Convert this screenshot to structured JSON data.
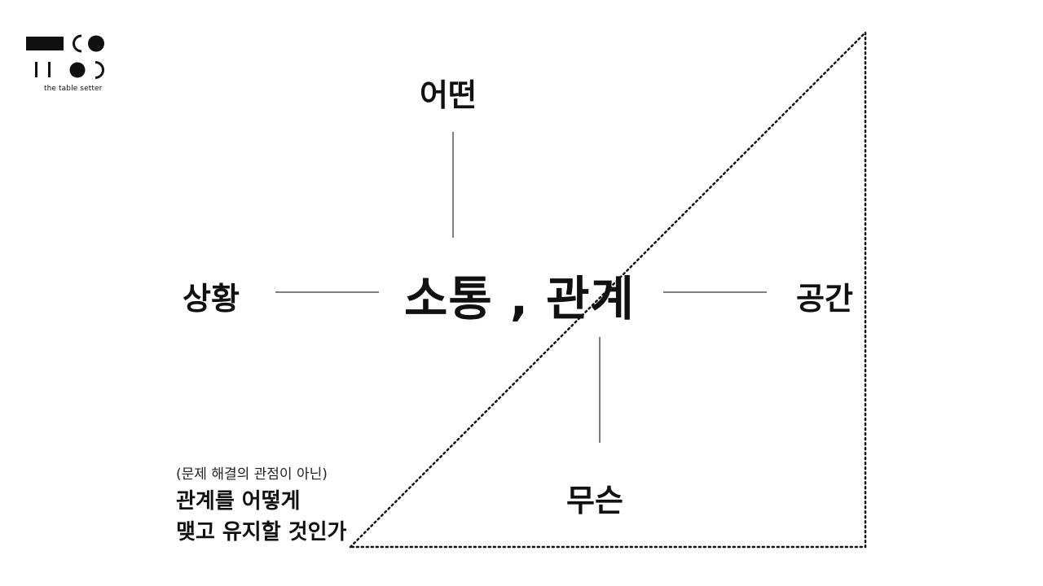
{
  "brand": {
    "logo_text": "the table setter",
    "logo_icon": "table-setter-logo-icon"
  },
  "diagram": {
    "center_label": "소통 , 관계",
    "top_label": "어떤",
    "left_label": "상황",
    "right_label": "공간",
    "bottom_label": "무슨"
  },
  "note": {
    "subtitle": "(문제 해결의 관점이 아닌)",
    "line1": "관계를 어떻게",
    "line2": "맺고 유지할 것인가"
  },
  "colors": {
    "ink": "#111111",
    "connector": "#555555",
    "background": "#ffffff"
  }
}
